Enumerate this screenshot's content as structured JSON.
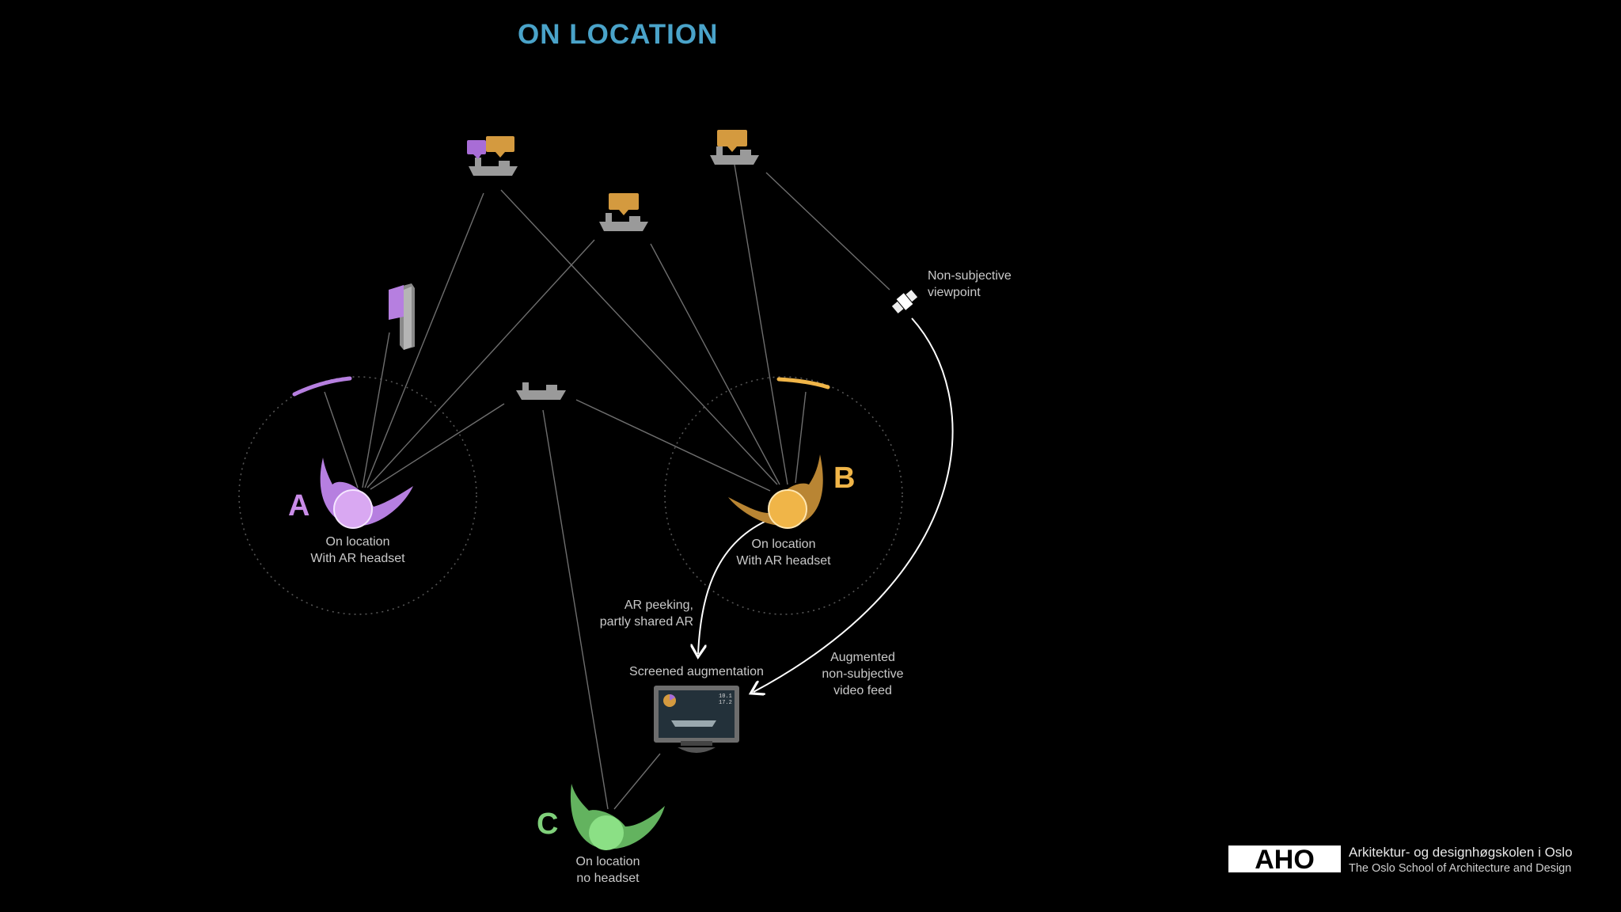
{
  "title": "ON LOCATION",
  "actors": {
    "a": {
      "letter": "A",
      "line1": "On location",
      "line2": "With AR headset",
      "color": "#c98ce8"
    },
    "b": {
      "letter": "B",
      "line1": "On location",
      "line2": "With AR headset",
      "color": "#f0b548"
    },
    "c": {
      "letter": "C",
      "line1": "On location",
      "line2": "no headset",
      "color": "#7fd07a"
    }
  },
  "annotations": {
    "nonsubjective_1": "Non-subjective",
    "nonsubjective_2": "viewpoint",
    "peeking_1": "AR peeking,",
    "peeking_2": "partly shared AR",
    "screened": "Screened augmentation",
    "augmented_1": "Augmented",
    "augmented_2": "non-subjective",
    "augmented_3": "video feed"
  },
  "monitor": {
    "readout_1": "10.1",
    "readout_2": "17.2"
  },
  "footer": {
    "logo_text": "AHO",
    "line1": "Arkitektur- og designhøgskolen i Oslo",
    "line2": "The Oslo School of Architecture and Design"
  },
  "colors": {
    "title": "#4aa3c9",
    "bubble_orange": "#d49a3f",
    "bubble_purple": "#a86dd6",
    "ship": "#9a9a9a"
  }
}
